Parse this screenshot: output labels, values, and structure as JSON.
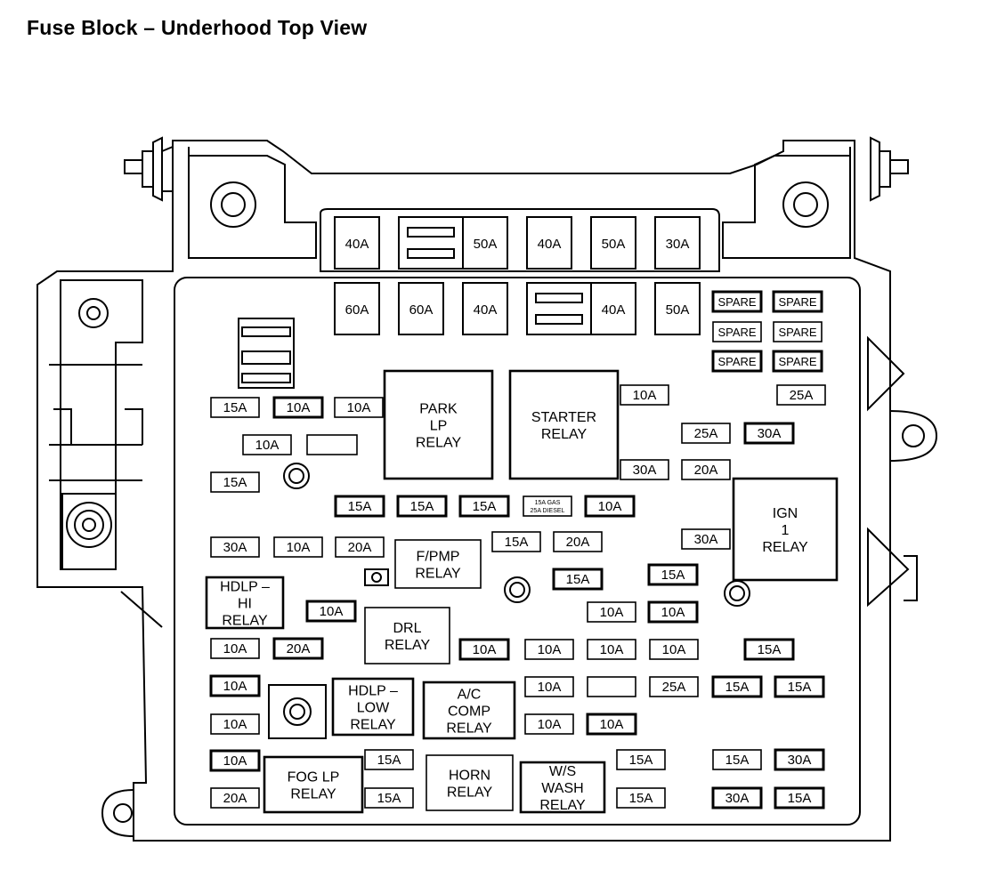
{
  "title": "Fuse Block – Underhood Top View",
  "maxi_fuses": [
    {
      "label": "40A"
    },
    {
      "label": ""
    },
    {
      "label": "50A"
    },
    {
      "label": "40A"
    },
    {
      "label": "50A"
    },
    {
      "label": "30A"
    },
    {
      "label": "60A"
    },
    {
      "label": "60A"
    },
    {
      "label": "40A"
    },
    {
      "label": ""
    },
    {
      "label": "40A"
    },
    {
      "label": "50A"
    }
  ],
  "fuses": [
    {
      "label": "SPARE"
    },
    {
      "label": "SPARE"
    },
    {
      "label": "SPARE"
    },
    {
      "label": "SPARE"
    },
    {
      "label": "SPARE"
    },
    {
      "label": "SPARE"
    },
    {
      "label": "25A"
    },
    {
      "label": "15A"
    },
    {
      "label": "10A"
    },
    {
      "label": "10A"
    },
    {
      "label": "10A"
    },
    {
      "label": "10A"
    },
    {
      "label": ""
    },
    {
      "label": "25A"
    },
    {
      "label": "30A"
    },
    {
      "label": "30A"
    },
    {
      "label": "20A"
    },
    {
      "label": "15A"
    },
    {
      "label": "15A"
    },
    {
      "label": "15A"
    },
    {
      "label": "15A"
    },
    {
      "label": "15A GAS"
    },
    {
      "label": "10A"
    },
    {
      "label": "30A"
    },
    {
      "label": "10A"
    },
    {
      "label": "20A"
    },
    {
      "label": "15A"
    },
    {
      "label": "20A"
    },
    {
      "label": "30A"
    },
    {
      "label": "15A"
    },
    {
      "label": "15A"
    },
    {
      "label": "10A"
    },
    {
      "label": "10A"
    },
    {
      "label": "10A"
    },
    {
      "label": "10A"
    },
    {
      "label": "20A"
    },
    {
      "label": "10A"
    },
    {
      "label": "10A"
    },
    {
      "label": "10A"
    },
    {
      "label": "10A"
    },
    {
      "label": "15A"
    },
    {
      "label": "10A"
    },
    {
      "label": "10A"
    },
    {
      "label": ""
    },
    {
      "label": "25A"
    },
    {
      "label": "15A"
    },
    {
      "label": "15A"
    },
    {
      "label": "10A"
    },
    {
      "label": "10A"
    },
    {
      "label": "10A"
    },
    {
      "label": "10A"
    },
    {
      "label": "15A"
    },
    {
      "label": "15A"
    },
    {
      "label": "15A"
    },
    {
      "label": "30A"
    },
    {
      "label": "20A"
    },
    {
      "label": "15A"
    },
    {
      "label": "15A"
    },
    {
      "label": "30A"
    },
    {
      "label": "15A"
    }
  ],
  "diesel_note": "25A DIESEL",
  "relays": [
    {
      "lines": [
        "PARK",
        "LP",
        "RELAY"
      ]
    },
    {
      "lines": [
        "STARTER",
        "RELAY"
      ]
    },
    {
      "lines": [
        "IGN",
        "1",
        "RELAY"
      ]
    },
    {
      "lines": [
        "F/PMP",
        "RELAY"
      ]
    },
    {
      "lines": [
        "HDLP –",
        "HI",
        "RELAY"
      ]
    },
    {
      "lines": [
        "DRL",
        "RELAY"
      ]
    },
    {
      "lines": [
        "HDLP –",
        "LOW",
        "RELAY"
      ]
    },
    {
      "lines": [
        "A/C",
        "COMP",
        "RELAY"
      ]
    },
    {
      "lines": [
        "FOG LP",
        "RELAY"
      ]
    },
    {
      "lines": [
        "HORN",
        "RELAY"
      ]
    },
    {
      "lines": [
        "W/S",
        "WASH",
        "RELAY"
      ]
    }
  ]
}
